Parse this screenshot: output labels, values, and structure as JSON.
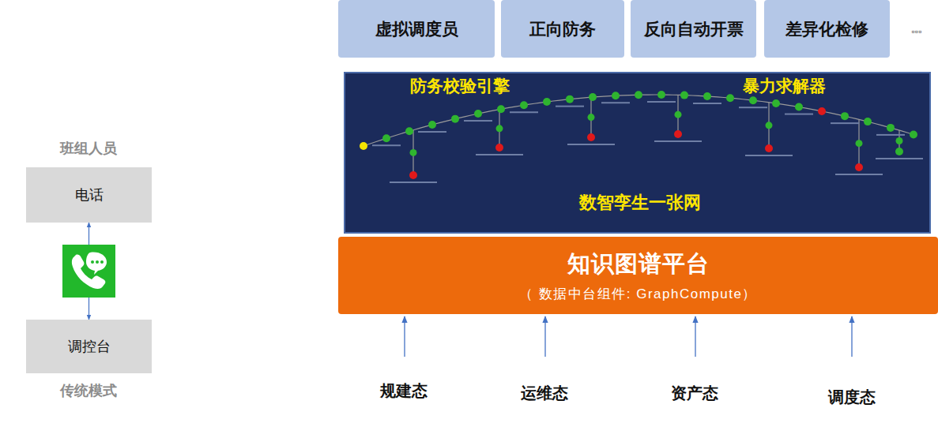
{
  "diagram": {
    "nodes": [
      {
        "text": [
          "电话"
        ]
      },
      {
        "text": [
          "调控台"
        ]
      },
      {
        "text": [
          "虚拟调度员"
        ]
      },
      {
        "text": [
          "正向防务"
        ]
      },
      {
        "text": [
          "反向自动开票"
        ]
      },
      {
        "text": [
          "差异化检修"
        ]
      },
      {
        "text": [
          "防务校验引擎",
          "暴力求解器",
          "数智孪生一张网"
        ]
      },
      {
        "text": [
          "知识图谱平台",
          "（ 数据中台组件: GraphCompute）"
        ]
      }
    ],
    "edges": [
      {
        "from": 0,
        "to": 1,
        "arrow": "both"
      }
    ],
    "labels": [
      "班组人员",
      "传统模式",
      "▫▫▫",
      "规建态",
      "运维态",
      "资产态",
      "调度态"
    ]
  }
}
